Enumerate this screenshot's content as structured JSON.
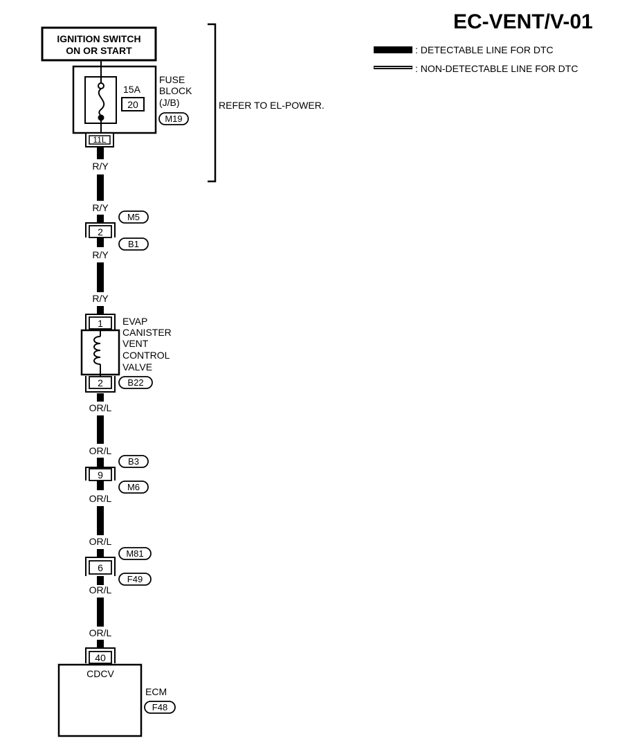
{
  "title": "EC-VENT/V-01",
  "legend": {
    "detectable": ": DETECTABLE LINE FOR DTC",
    "non_detectable": ": NON-DETECTABLE LINE FOR DTC"
  },
  "ignition": {
    "line1": "IGNITION SWITCH",
    "line2": "ON OR START"
  },
  "fuse_block": {
    "amp": "15A",
    "number": "20",
    "line1": "FUSE",
    "line2": "BLOCK",
    "line3": "(J/B)",
    "connector": "M19",
    "terminal": "11L"
  },
  "refer": "REFER TO EL-POWER.",
  "wire_colors": {
    "ry_1": "R/Y",
    "ry_2": "R/Y",
    "ry_3": "R/Y",
    "ry_4": "R/Y",
    "orl_1": "OR/L",
    "orl_2": "OR/L",
    "orl_3": "OR/L",
    "orl_4": "OR/L",
    "orl_5": "OR/L",
    "orl_6": "OR/L"
  },
  "connector_m5_b1": {
    "pin": "2",
    "top": "M5",
    "bottom": "B1"
  },
  "valve": {
    "pin_top": "1",
    "pin_bottom": "2",
    "line1": "EVAP",
    "line2": "CANISTER",
    "line3": "VENT",
    "line4": "CONTROL",
    "line5": "VALVE",
    "connector": "B22"
  },
  "connector_b3_m6": {
    "pin": "9",
    "top": "B3",
    "bottom": "M6"
  },
  "connector_m81_f49": {
    "pin": "6",
    "top": "M81",
    "bottom": "F49"
  },
  "ecm": {
    "pin": "40",
    "signal": "CDCV",
    "label": "ECM",
    "connector": "F48"
  }
}
